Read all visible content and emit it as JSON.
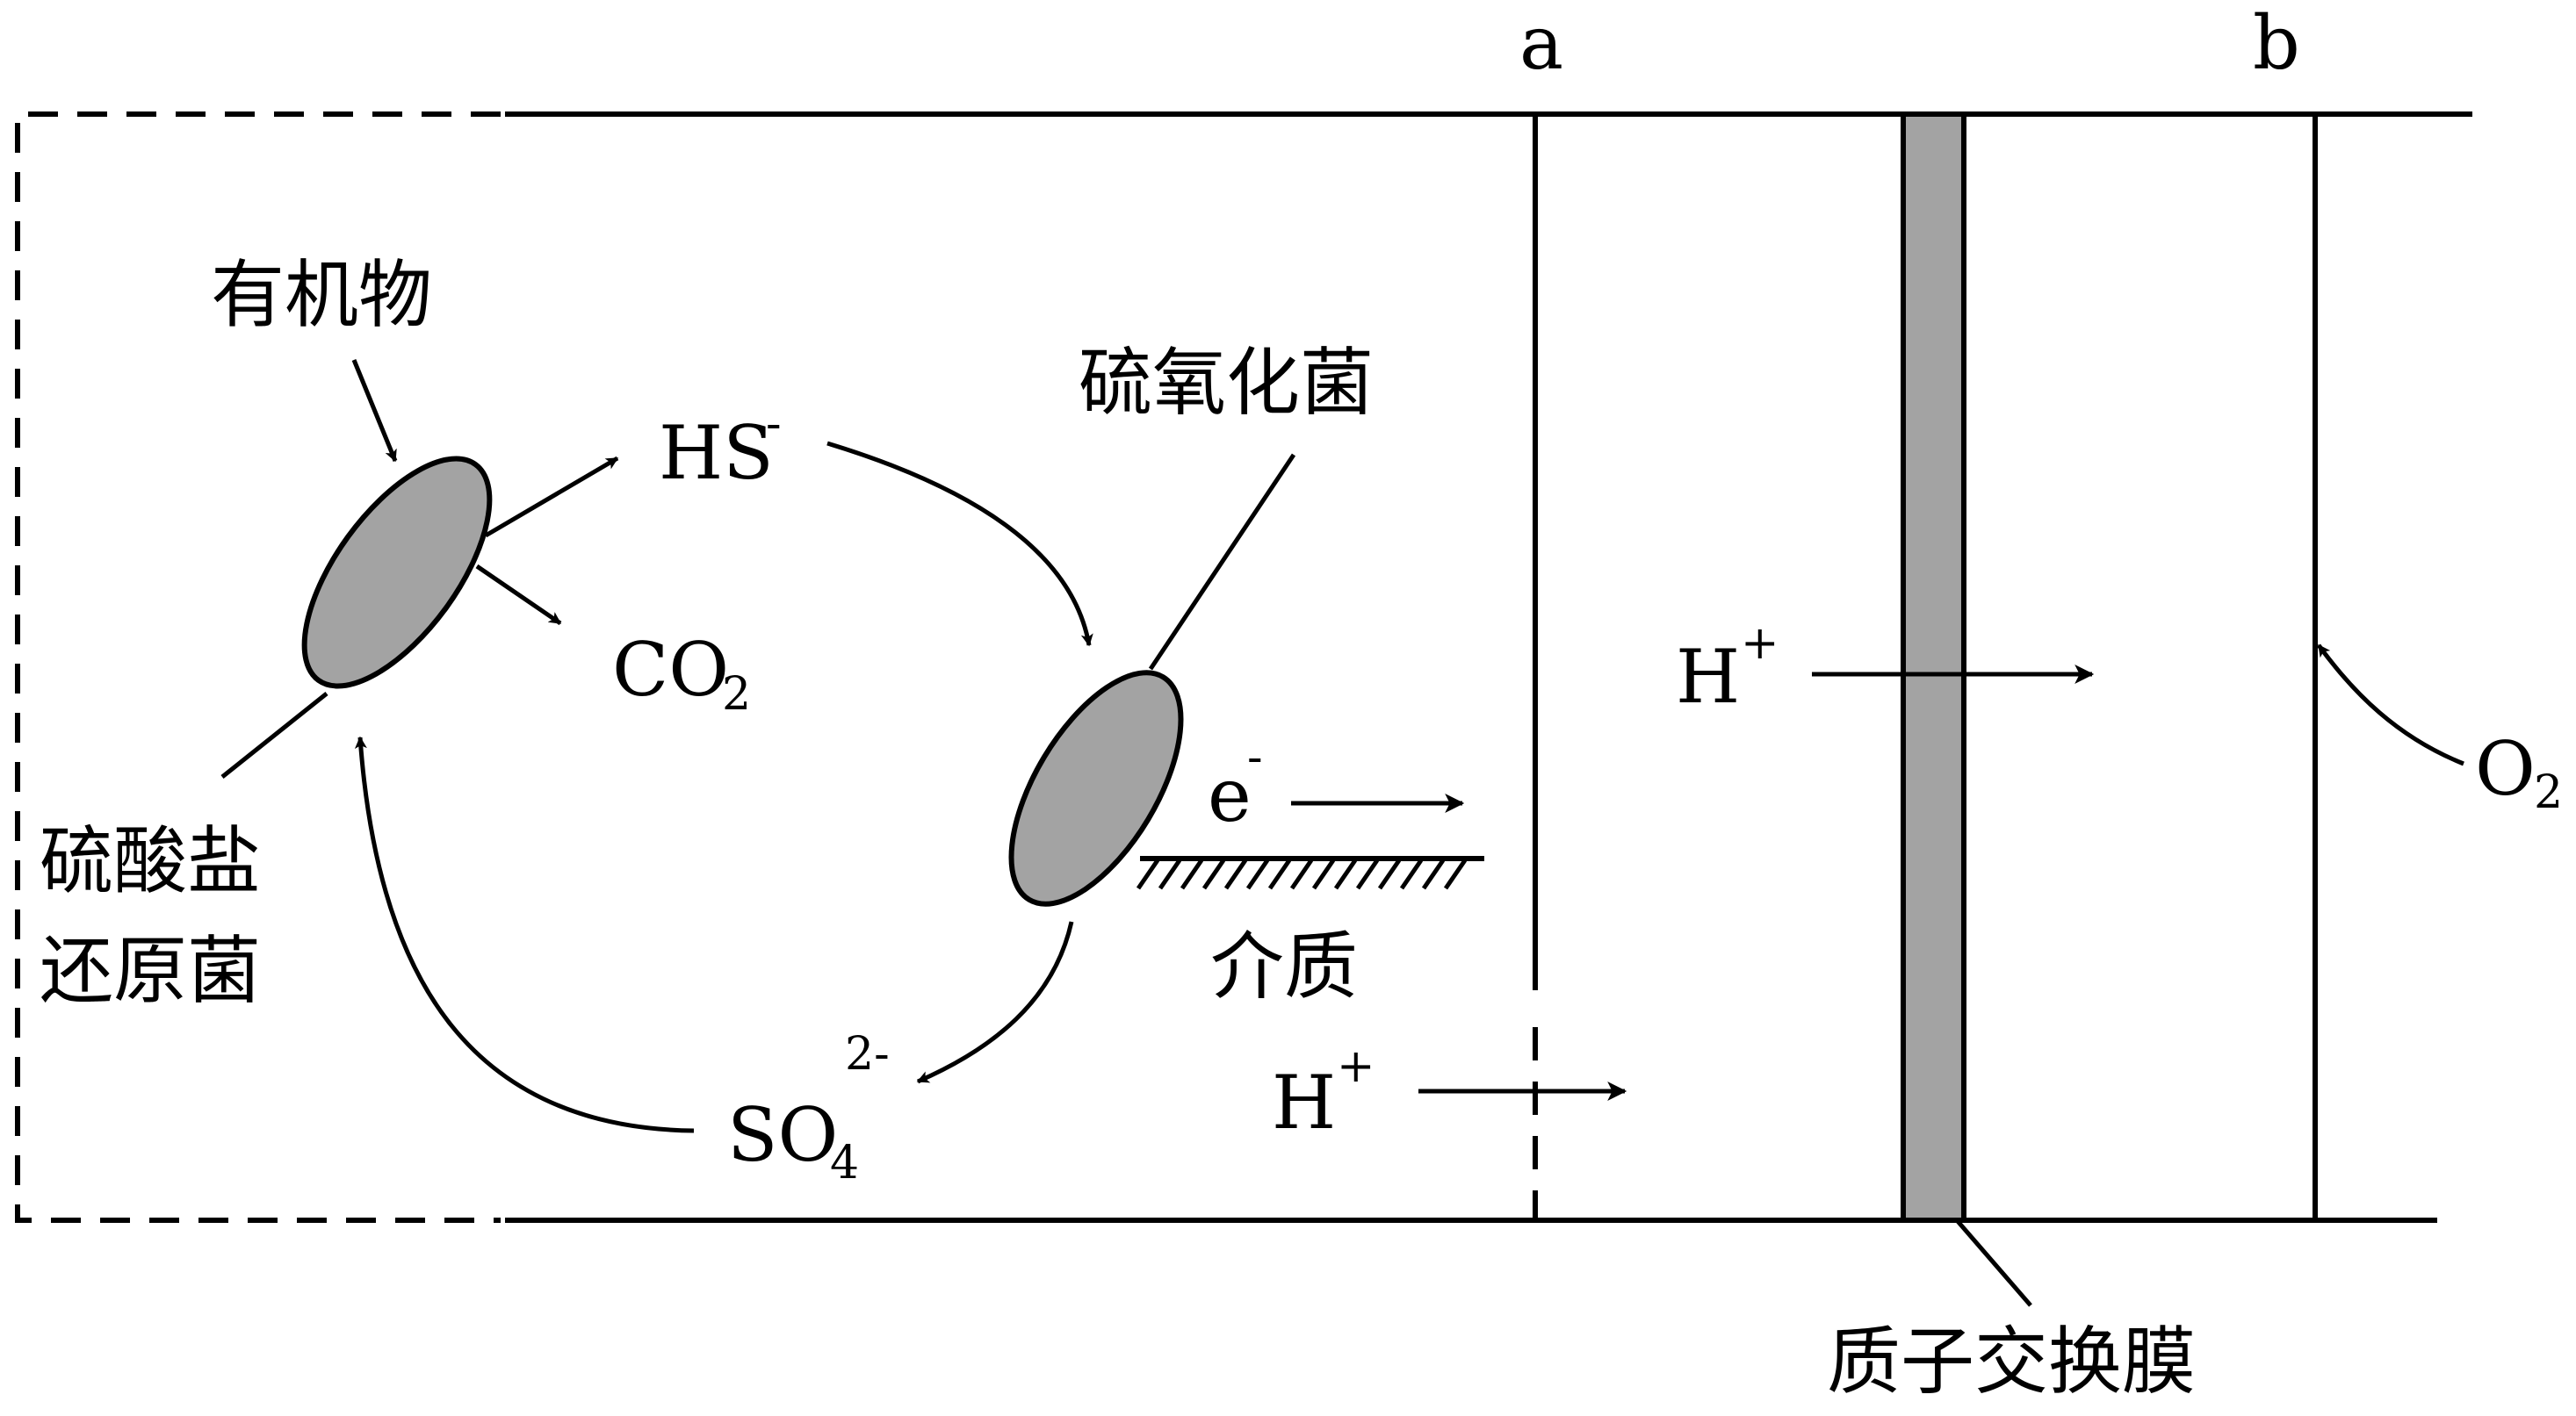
{
  "labels": {
    "electrode_a": "a",
    "electrode_b": "b",
    "organic_matter": "有机物",
    "sulfate_reducer_line1": "硫酸盐",
    "sulfate_reducer_line2": "还原菌",
    "sulfur_oxidizer": "硫氧化菌",
    "hs_base": "HS",
    "hs_sup": "-",
    "co2_base": "CO",
    "co2_sub": "2",
    "so4_base": "SO",
    "so4_sub": "4",
    "so4_sup": "2-",
    "electron_base": "e",
    "electron_sup": "-",
    "medium": "介质",
    "proton_left_base": "H",
    "proton_left_sup": "+",
    "proton_right_base": "H",
    "proton_right_sup": "+",
    "o2_base": "O",
    "o2_sub": "2",
    "membrane": "质子交换膜"
  },
  "colors": {
    "bacteria_fill": "#a3a3a3",
    "membrane_fill": "#a3a3a3",
    "stroke": "#000000"
  }
}
